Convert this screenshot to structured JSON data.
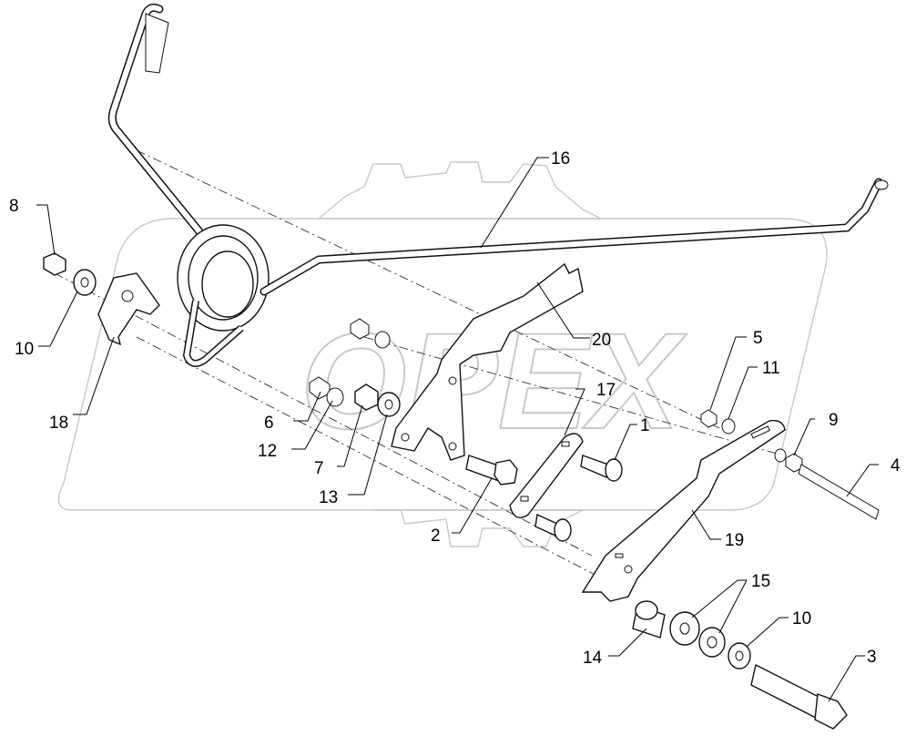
{
  "watermark": {
    "text": "OPEX"
  },
  "callouts": {
    "c1": "1",
    "c2": "2",
    "c3": "3",
    "c4": "4",
    "c5": "5",
    "c6": "6",
    "c7": "7",
    "c8": "8",
    "c9": "9",
    "c10a": "10",
    "c10b": "10",
    "c11": "11",
    "c12": "12",
    "c13": "13",
    "c14": "14",
    "c15": "15",
    "c16": "16",
    "c17": "17",
    "c18": "18",
    "c19": "19",
    "c20": "20"
  }
}
